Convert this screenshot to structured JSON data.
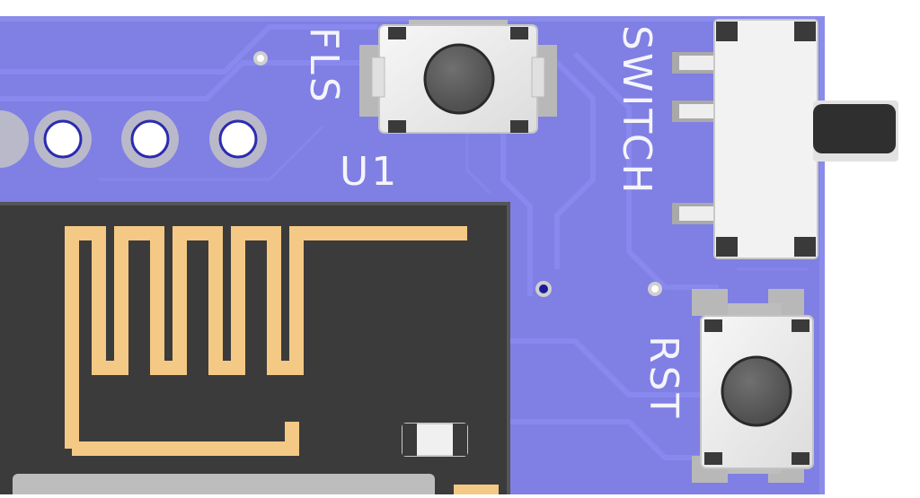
{
  "labels": {
    "fls": "FLS",
    "u1": "U1",
    "switch": "SWITCH",
    "rst": "RST"
  },
  "colors": {
    "board": "#7f7fe4",
    "board_edge": "#8b8bea",
    "trace": "#8787ec",
    "silkscreen": "#f4f4fb",
    "module": "#3a3a3a",
    "antenna": "#f3c985",
    "button_body": "#eeeeee",
    "button_cap": "#5a5a5a",
    "pad": "#c9c9c9",
    "hole_ring": "#c6c6c6"
  },
  "icons": {
    "push_button": "tactile-switch-icon",
    "slide_switch": "slide-switch-icon",
    "antenna": "pcb-antenna-icon"
  }
}
